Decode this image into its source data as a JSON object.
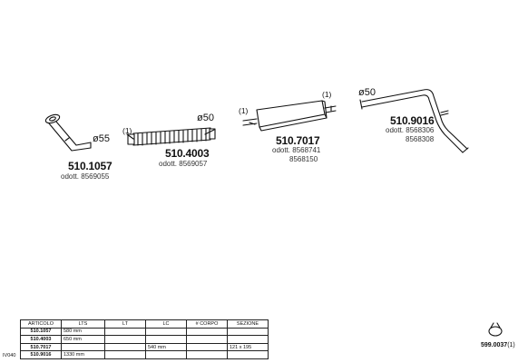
{
  "parts": [
    {
      "code": "510.1057",
      "subs": [
        "odott. 8569055"
      ],
      "callouts": [
        "ø55"
      ]
    },
    {
      "code": "510.4003",
      "subs": [
        "odott. 8569057"
      ],
      "callouts": [
        "(1)",
        "ø50"
      ]
    },
    {
      "code": "510.7017",
      "subs": [
        "odott. 8568741",
        "8568150"
      ],
      "callouts": [
        "(1)",
        "(1)"
      ]
    },
    {
      "code": "510.9016",
      "subs": [
        "odott. 8568306",
        "8568308"
      ],
      "callouts": [
        "ø50"
      ]
    }
  ],
  "table": {
    "headers": [
      "ARTICOLO",
      "LTS",
      "LT",
      "LC",
      "# CORPO",
      "SEZIONE"
    ],
    "rows": [
      [
        "510.1057",
        "580 mm",
        "",
        "",
        "",
        ""
      ],
      [
        "510.4003",
        "650 mm",
        "",
        "",
        "",
        ""
      ],
      [
        "510.7017",
        "",
        "",
        "540 mm",
        "",
        "121 x 195"
      ],
      [
        "510.9016",
        "1330 mm",
        "",
        "",
        "",
        ""
      ]
    ]
  },
  "side_label": "IV040",
  "accessory": {
    "code": "599.0037",
    "note": "(1)"
  }
}
